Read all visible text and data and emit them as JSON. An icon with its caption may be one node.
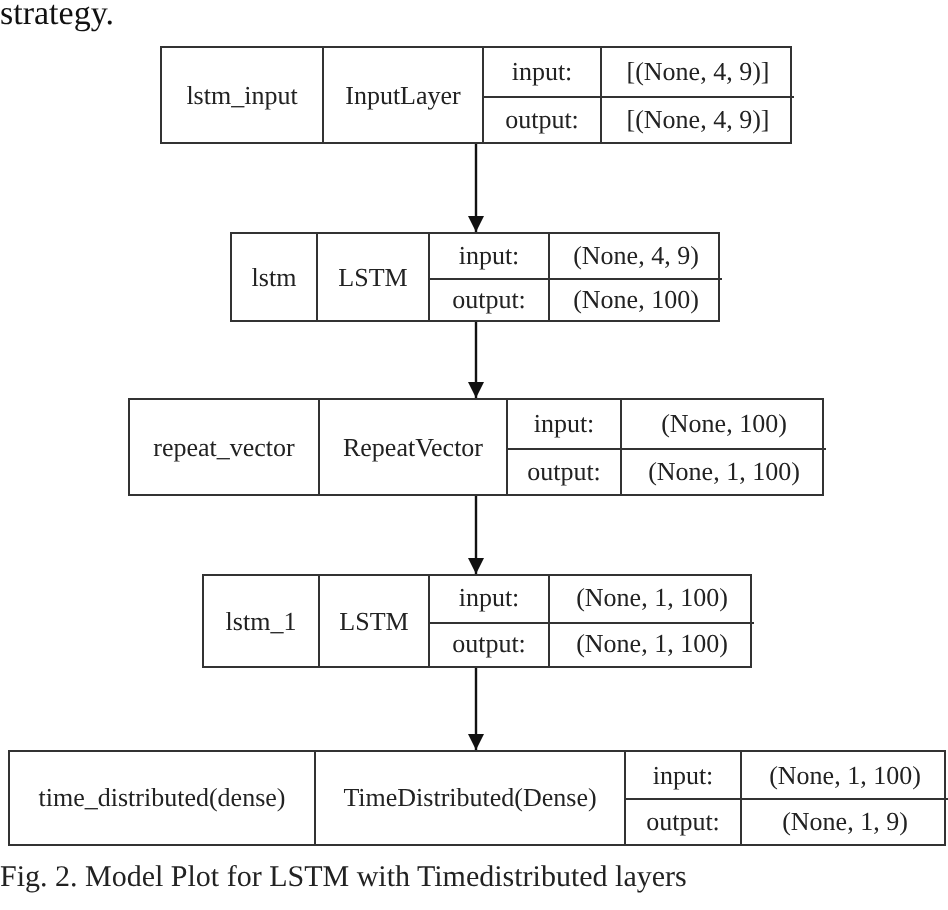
{
  "diagram": {
    "caption": "Fig. 2. Model Plot for LSTM with Timedistributed layers",
    "nodes": [
      {
        "text": [
          "lstm_input",
          "InputLayer",
          "input:",
          "[(None, 4, 9)]",
          "output:",
          "[(None, 4, 9)]"
        ]
      },
      {
        "text": [
          "lstm",
          "LSTM",
          "input:",
          "(None, 4, 9)",
          "output:",
          "(None, 100)"
        ]
      },
      {
        "text": [
          "repeat_vector",
          "RepeatVector",
          "input:",
          "(None, 100)",
          "output:",
          "(None, 1, 100)"
        ]
      },
      {
        "text": [
          "lstm_1",
          "LSTM",
          "input:",
          "(None, 1, 100)",
          "output:",
          "(None, 1, 100)"
        ]
      },
      {
        "text": [
          "time_distributed(dense)",
          "TimeDistributed(Dense)",
          "input:",
          "(None, 1, 100)",
          "output:",
          "(None, 1, 9)"
        ]
      }
    ],
    "edges": [
      {
        "from": 0,
        "to": 1,
        "arrow": "to"
      },
      {
        "from": 1,
        "to": 2,
        "arrow": "to"
      },
      {
        "from": 2,
        "to": 3,
        "arrow": "to"
      },
      {
        "from": 3,
        "to": 4,
        "arrow": "to"
      }
    ],
    "labels": [
      "strategy."
    ]
  }
}
